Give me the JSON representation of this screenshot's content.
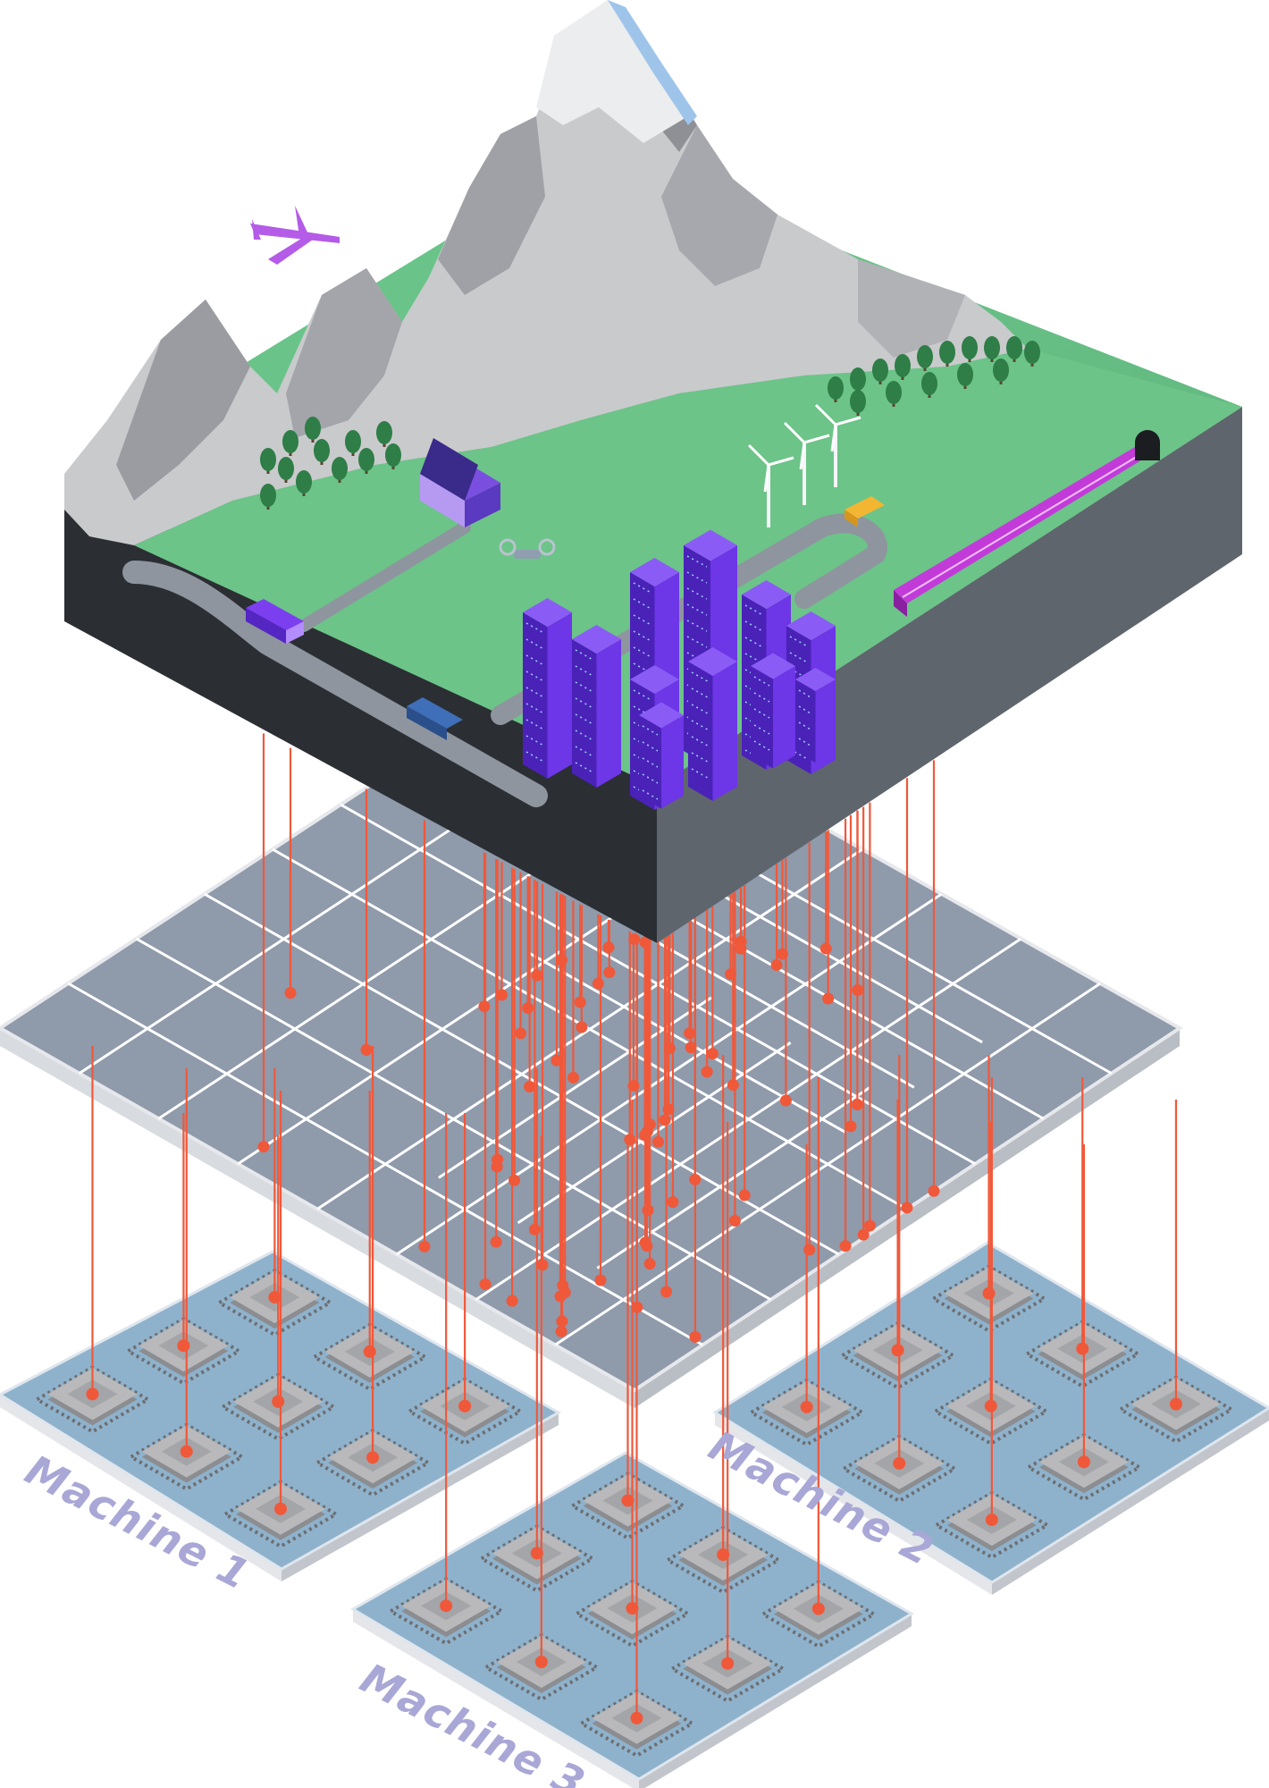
{
  "machines": [
    {
      "label": "Machine 1"
    },
    {
      "label": "Machine 2"
    },
    {
      "label": "Machine 3"
    }
  ],
  "colors": {
    "terrain_top": "#6cc488",
    "terrain_side_left": "#2b2e33",
    "terrain_side_right": "#5f656d",
    "mountain_light": "#c9cacc",
    "mountain_dark": "#8e9095",
    "snow": "#ecedef",
    "grid_fill": "#8f9aab",
    "grid_edge": "#d6d9df",
    "board_fill": "#8fb2cc",
    "chip_body": "#b9b9bb",
    "chip_pin": "#6c6e72",
    "link": "#f0583a",
    "building": "#5b2fc8",
    "train": "#c23bd9",
    "label": "#a9a7d6"
  },
  "icons": [
    "airplane-icon",
    "drone-icon",
    "wind-turbine-icon",
    "train-icon",
    "truck-icon",
    "bus-icon",
    "house-solar-icon",
    "tree-icon"
  ]
}
